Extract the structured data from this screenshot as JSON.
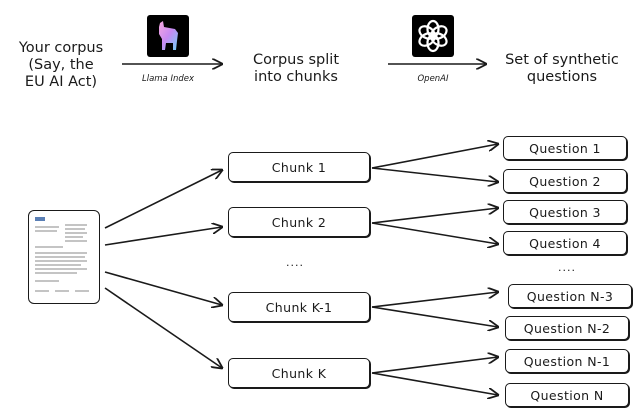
{
  "header": {
    "corpus_label": [
      "Your corpus",
      "(Say, the",
      "EU AI Act)"
    ],
    "tool1_label": "Llama Index",
    "split_label": [
      "Corpus split",
      "into chunks"
    ],
    "tool2_label": "OpenAI",
    "questions_label": [
      "Set of synthetic",
      "questions"
    ]
  },
  "chunks": [
    "Chunk 1",
    "Chunk 2",
    "Chunk K-1",
    "Chunk K"
  ],
  "chunk_ellipsis": "....",
  "questions": [
    "Question 1",
    "Question 2",
    "Question 3",
    "Question 4",
    "Question N-3",
    "Question N-2",
    "Question N-1",
    "Question N"
  ],
  "question_ellipsis": "....",
  "icons": {
    "llama": "llama-logo-icon",
    "openai": "openai-logo-icon",
    "document": "document-icon"
  }
}
